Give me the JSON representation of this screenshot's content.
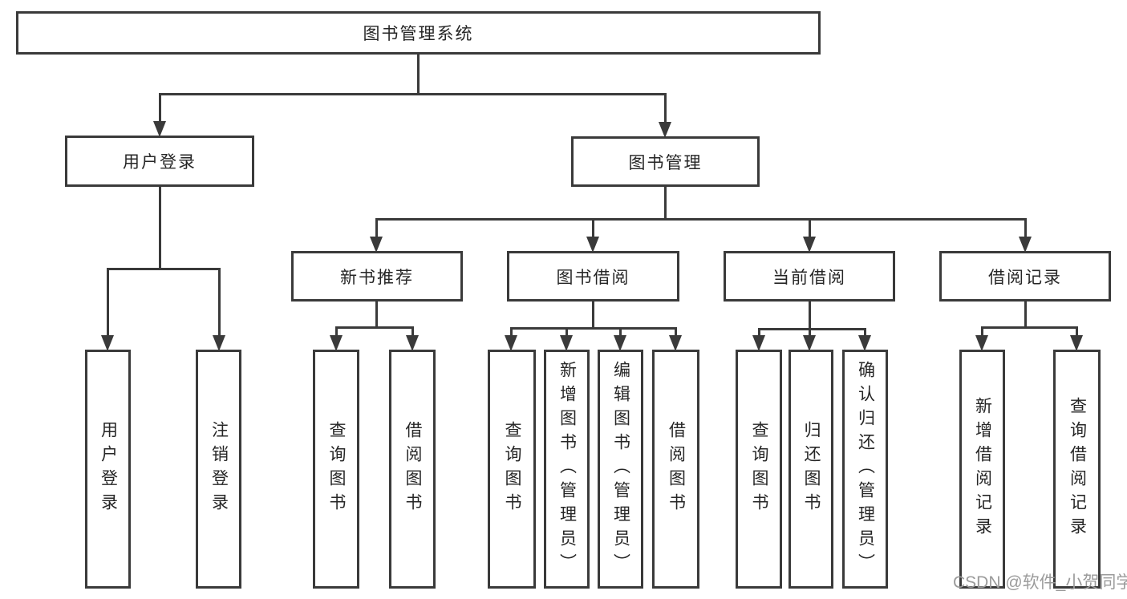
{
  "diagram_title": "图书管理系统",
  "tree": {
    "label": "图书管理系统",
    "children": [
      {
        "label": "用户登录",
        "children": [
          {
            "label": "用户登录"
          },
          {
            "label": "注销登录"
          }
        ]
      },
      {
        "label": "图书管理",
        "children": [
          {
            "label": "新书推荐",
            "children": [
              {
                "label": "查询图书"
              },
              {
                "label": "借阅图书"
              }
            ]
          },
          {
            "label": "图书借阅",
            "children": [
              {
                "label": "查询图书"
              },
              {
                "label": "新增图书（管理员）"
              },
              {
                "label": "编辑图书（管理员）"
              },
              {
                "label": "借阅图书"
              }
            ]
          },
          {
            "label": "当前借阅",
            "children": [
              {
                "label": "查询图书"
              },
              {
                "label": "归还图书"
              },
              {
                "label": "确认归还（管理员）"
              }
            ]
          },
          {
            "label": "借阅记录",
            "children": [
              {
                "label": "新增借阅记录"
              },
              {
                "label": "查询借阅记录"
              }
            ]
          }
        ]
      }
    ]
  },
  "watermark": {
    "text": "CSDN @软件_小贺同学"
  },
  "colors": {
    "line": "#3a3a3a",
    "text": "#262626",
    "watermark": "#9b9b9b",
    "background": "#ffffff"
  }
}
